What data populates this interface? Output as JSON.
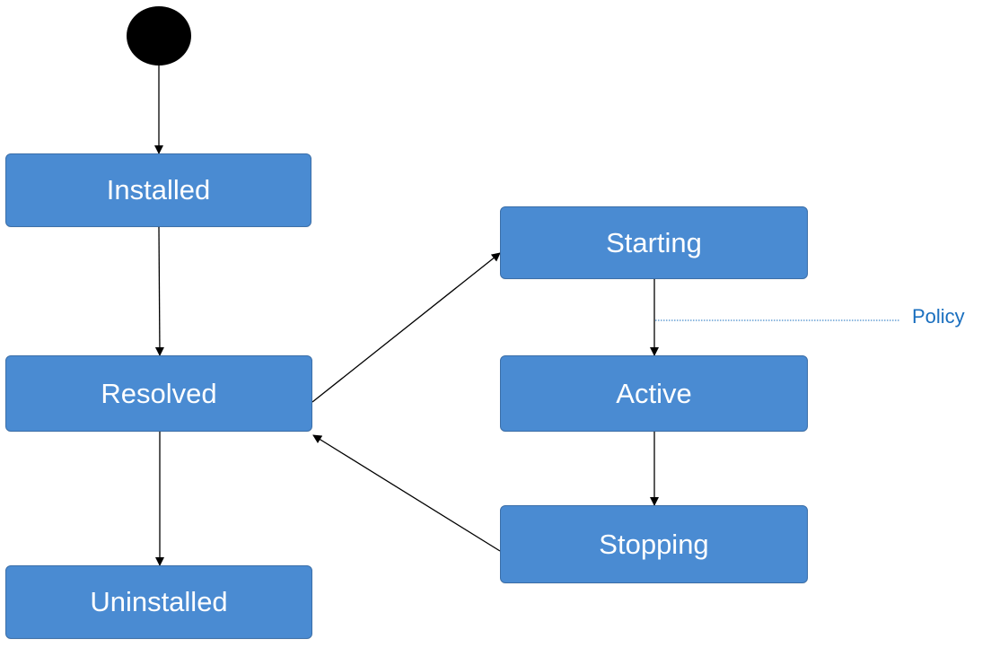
{
  "diagram": {
    "nodes": {
      "installed": "Installed",
      "resolved": "Resolved",
      "uninstalled": "Uninstalled",
      "starting": "Starting",
      "active": "Active",
      "stopping": "Stopping"
    },
    "annotation": "Policy",
    "colors": {
      "node_fill": "#4a8bd2",
      "node_border": "#3a6ea8",
      "node_text": "#ffffff",
      "annotation_text": "#1a6fbf",
      "edge": "#000000"
    }
  }
}
